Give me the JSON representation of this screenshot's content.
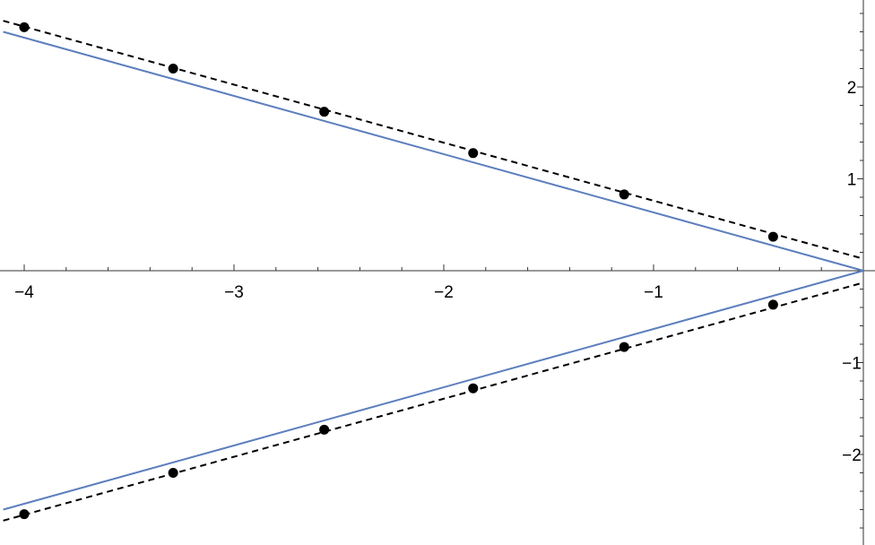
{
  "chart_data": {
    "type": "line",
    "title": "",
    "xlabel": "",
    "ylabel": "",
    "xlim": [
      -4.1,
      0.0
    ],
    "ylim": [
      -2.88,
      2.95
    ],
    "grid": false,
    "x_ticks": [
      {
        "value": -4,
        "label": "−4"
      },
      {
        "value": -3,
        "label": "−3"
      },
      {
        "value": -2,
        "label": "−2"
      },
      {
        "value": -1,
        "label": "−1"
      }
    ],
    "y_ticks": [
      {
        "value": 2,
        "label": "2"
      },
      {
        "value": 1,
        "label": "1"
      },
      {
        "value": -1,
        "label": "−1"
      },
      {
        "value": -2,
        "label": "−2"
      }
    ],
    "series": [
      {
        "style": "solid",
        "color": "#5b7fbf",
        "x": [
          -4.1,
          0.0
        ],
        "y": [
          2.6,
          0.0
        ]
      },
      {
        "style": "solid",
        "color": "#5b7fbf",
        "x": [
          -4.1,
          0.0
        ],
        "y": [
          -2.6,
          0.0
        ]
      },
      {
        "style": "dashed",
        "color": "#000000",
        "x": [
          -4.1,
          0.0
        ],
        "y": [
          2.72,
          0.13
        ]
      },
      {
        "style": "dashed",
        "color": "#000000",
        "x": [
          -4.1,
          0.0
        ],
        "y": [
          -2.72,
          -0.13
        ]
      },
      {
        "style": "points",
        "color": "#000000",
        "x": [
          -4.0,
          -3.29,
          -2.57,
          -1.86,
          -1.14,
          -0.43
        ],
        "y": [
          2.65,
          2.2,
          1.73,
          1.28,
          0.83,
          0.37
        ]
      },
      {
        "style": "points",
        "color": "#000000",
        "x": [
          -4.0,
          -3.29,
          -2.57,
          -1.86,
          -1.14,
          -0.43
        ],
        "y": [
          -2.65,
          -2.2,
          -1.73,
          -1.28,
          -0.83,
          -0.37
        ]
      }
    ]
  }
}
